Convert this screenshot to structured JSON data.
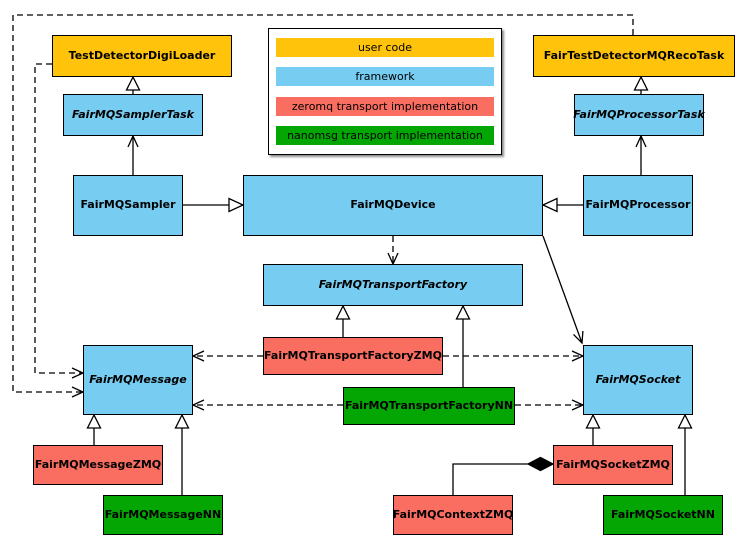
{
  "colors": {
    "user_code": "#FFC30B",
    "framework": "#76CCF1",
    "zeromq": "#FA6E61",
    "nanomsg": "#03A603",
    "border": "#000000",
    "background": "#FFFFFF"
  },
  "legend": {
    "items": [
      {
        "label": "user code",
        "category": "user_code"
      },
      {
        "label": "framework",
        "category": "framework"
      },
      {
        "label": "zeromq transport implementation",
        "category": "zeromq"
      },
      {
        "label": "nanomsg transport implementation",
        "category": "nanomsg"
      }
    ]
  },
  "nodes": {
    "testDetectorDigiLoader": {
      "label": "TestDetectorDigiLoader",
      "category": "user_code",
      "abstract": false
    },
    "fairTestDetectorMQRecoTask": {
      "label": "FairTestDetectorMQRecoTask",
      "category": "user_code",
      "abstract": false
    },
    "fairMQSamplerTask": {
      "label": "FairMQSamplerTask",
      "category": "framework",
      "abstract": true
    },
    "fairMQProcessorTask": {
      "label": "FairMQProcessorTask",
      "category": "framework",
      "abstract": true
    },
    "fairMQSampler": {
      "label": "FairMQSampler",
      "category": "framework",
      "abstract": false
    },
    "fairMQDevice": {
      "label": "FairMQDevice",
      "category": "framework",
      "abstract": false
    },
    "fairMQProcessor": {
      "label": "FairMQProcessor",
      "category": "framework",
      "abstract": false
    },
    "fairMQTransportFactory": {
      "label": "FairMQTransportFactory",
      "category": "framework",
      "abstract": true
    },
    "fairMQTransportFactoryZMQ": {
      "label": "FairMQTransportFactoryZMQ",
      "category": "zeromq",
      "abstract": false
    },
    "fairMQTransportFactoryNN": {
      "label": "FairMQTransportFactoryNN",
      "category": "nanomsg",
      "abstract": false
    },
    "fairMQMessage": {
      "label": "FairMQMessage",
      "category": "framework",
      "abstract": true
    },
    "fairMQSocket": {
      "label": "FairMQSocket",
      "category": "framework",
      "abstract": true
    },
    "fairMQMessageZMQ": {
      "label": "FairMQMessageZMQ",
      "category": "zeromq",
      "abstract": false
    },
    "fairMQMessageNN": {
      "label": "FairMQMessageNN",
      "category": "nanomsg",
      "abstract": false
    },
    "fairMQContextZMQ": {
      "label": "FairMQContextZMQ",
      "category": "zeromq",
      "abstract": false
    },
    "fairMQSocketZMQ": {
      "label": "FairMQSocketZMQ",
      "category": "zeromq",
      "abstract": false
    },
    "fairMQSocketNN": {
      "label": "FairMQSocketNN",
      "category": "nanomsg",
      "abstract": false
    }
  },
  "edges": [
    {
      "from": "fairMQSamplerTask",
      "to": "testDetectorDigiLoader",
      "type": "inheritance"
    },
    {
      "from": "fairMQProcessorTask",
      "to": "fairTestDetectorMQRecoTask",
      "type": "inheritance"
    },
    {
      "from": "fairMQSampler",
      "to": "fairMQDevice",
      "type": "inheritance"
    },
    {
      "from": "fairMQProcessor",
      "to": "fairMQDevice",
      "type": "inheritance"
    },
    {
      "from": "fairMQSampler",
      "to": "fairMQSamplerTask",
      "type": "usage"
    },
    {
      "from": "fairMQProcessor",
      "to": "fairMQProcessorTask",
      "type": "usage"
    },
    {
      "from": "fairMQDevice",
      "to": "fairMQTransportFactory",
      "type": "dependency"
    },
    {
      "from": "fairMQDevice",
      "to": "fairMQSocket",
      "type": "usage"
    },
    {
      "from": "fairMQTransportFactoryZMQ",
      "to": "fairMQTransportFactory",
      "type": "inheritance"
    },
    {
      "from": "fairMQTransportFactoryNN",
      "to": "fairMQTransportFactory",
      "type": "inheritance"
    },
    {
      "from": "fairMQTransportFactoryZMQ",
      "to": "fairMQMessage",
      "type": "dependency"
    },
    {
      "from": "fairMQTransportFactoryZMQ",
      "to": "fairMQSocket",
      "type": "dependency"
    },
    {
      "from": "fairMQTransportFactoryNN",
      "to": "fairMQMessage",
      "type": "dependency"
    },
    {
      "from": "fairMQTransportFactoryNN",
      "to": "fairMQSocket",
      "type": "dependency"
    },
    {
      "from": "testDetectorDigiLoader",
      "to": "fairMQMessage",
      "type": "dependency"
    },
    {
      "from": "fairTestDetectorMQRecoTask",
      "to": "fairMQMessage",
      "type": "dependency"
    },
    {
      "from": "fairMQMessageZMQ",
      "to": "fairMQMessage",
      "type": "inheritance"
    },
    {
      "from": "fairMQMessageNN",
      "to": "fairMQMessage",
      "type": "inheritance"
    },
    {
      "from": "fairMQSocketZMQ",
      "to": "fairMQSocket",
      "type": "inheritance"
    },
    {
      "from": "fairMQSocketNN",
      "to": "fairMQSocket",
      "type": "inheritance"
    },
    {
      "from": "fairMQContextZMQ",
      "to": "fairMQSocketZMQ",
      "type": "composition"
    }
  ]
}
